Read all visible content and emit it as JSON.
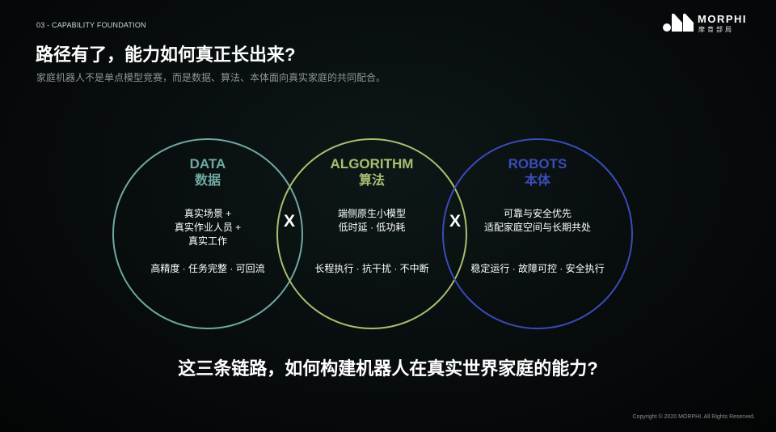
{
  "header": {
    "section_label": "03 - CAPABILITY FOUNDATION",
    "title": "路径有了，能力如何真正长出来?",
    "subtitle": "家庭机器人不是单点模型竞赛，而是数据、算法、本体面向真实家庭的共同配合。"
  },
  "logo": {
    "name": "MORPHI",
    "subtitle": "摩育部局"
  },
  "circles": [
    {
      "title_en": "DATA",
      "title_cn": "数据",
      "color": "#6fa8a3",
      "lines": [
        "真实场景 +",
        "真实作业人员 +",
        "真实工作"
      ],
      "footer": "高精度 · 任务完整 · 可回流"
    },
    {
      "title_en": "ALGORITHM",
      "title_cn": "算法",
      "color": "#a8c070",
      "lines": [
        "端侧原生小模型",
        "低时延 · 低功耗"
      ],
      "footer": "长程执行 · 抗干扰 · 不中断"
    },
    {
      "title_en": "ROBOTS",
      "title_cn": "本体",
      "color": "#3a4cb8",
      "lines": [
        "可靠与安全优先",
        "适配家庭空间与长期共处"
      ],
      "footer": "稳定运行 · 故障可控 · 安全执行"
    }
  ],
  "operators": [
    "X",
    "X"
  ],
  "question": "这三条链路，如何构建机器人在真实世界家庭的能力?",
  "copyright": "Copyright © 2020 MORPHI. All Rights Reserved."
}
